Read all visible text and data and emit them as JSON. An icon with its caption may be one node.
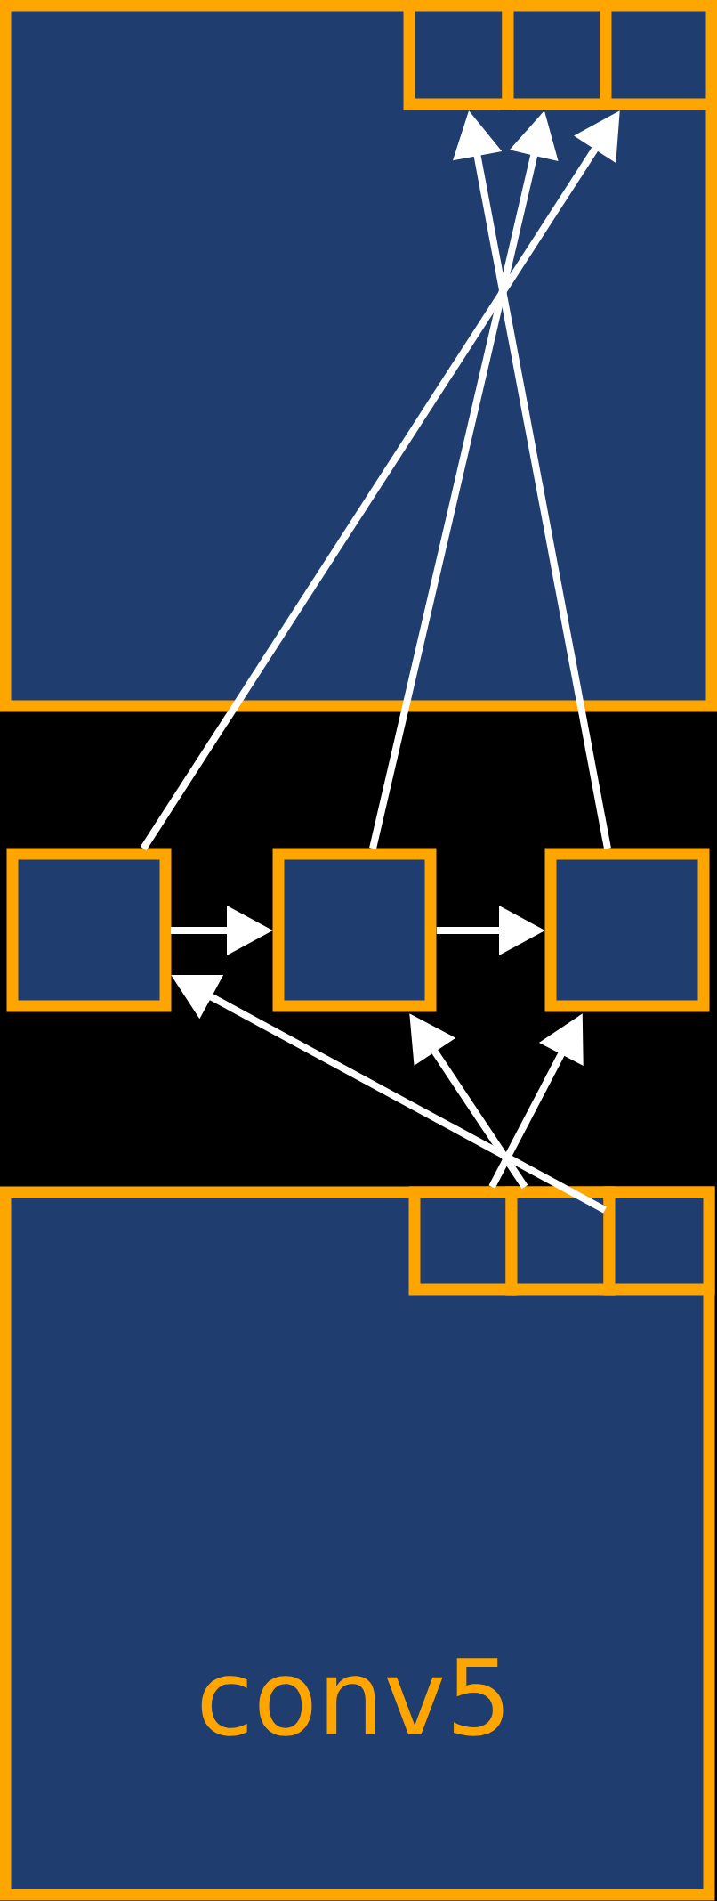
{
  "diagram": {
    "nodes": [
      {
        "text": [],
        "shape": "box"
      },
      {
        "text": [],
        "shape": "box",
        "in": 0
      },
      {
        "text": [],
        "shape": "box",
        "in": 0
      },
      {
        "text": [],
        "shape": "box",
        "in": 0
      },
      {
        "text": [],
        "shape": "box"
      },
      {
        "text": [],
        "shape": "box"
      },
      {
        "text": [],
        "shape": "box"
      },
      {
        "text": [
          "conv5"
        ]
      },
      {
        "text": [],
        "shape": "box",
        "in": 7
      },
      {
        "text": [],
        "shape": "box",
        "in": 7
      },
      {
        "text": [],
        "shape": "box",
        "in": 7
      }
    ],
    "edges": [
      {
        "from": 4,
        "to": 3,
        "arrow": "to"
      },
      {
        "from": 5,
        "to": 2,
        "arrow": "to"
      },
      {
        "from": 6,
        "to": 1,
        "arrow": "to"
      },
      {
        "from": 4,
        "to": 5,
        "arrow": "to"
      },
      {
        "from": 5,
        "to": 6,
        "arrow": "to"
      },
      {
        "from": 9,
        "to": 4,
        "arrow": "to"
      },
      {
        "from": 9,
        "to": 5,
        "arrow": "to"
      },
      {
        "from": 8,
        "to": 6,
        "arrow": "to"
      }
    ]
  }
}
